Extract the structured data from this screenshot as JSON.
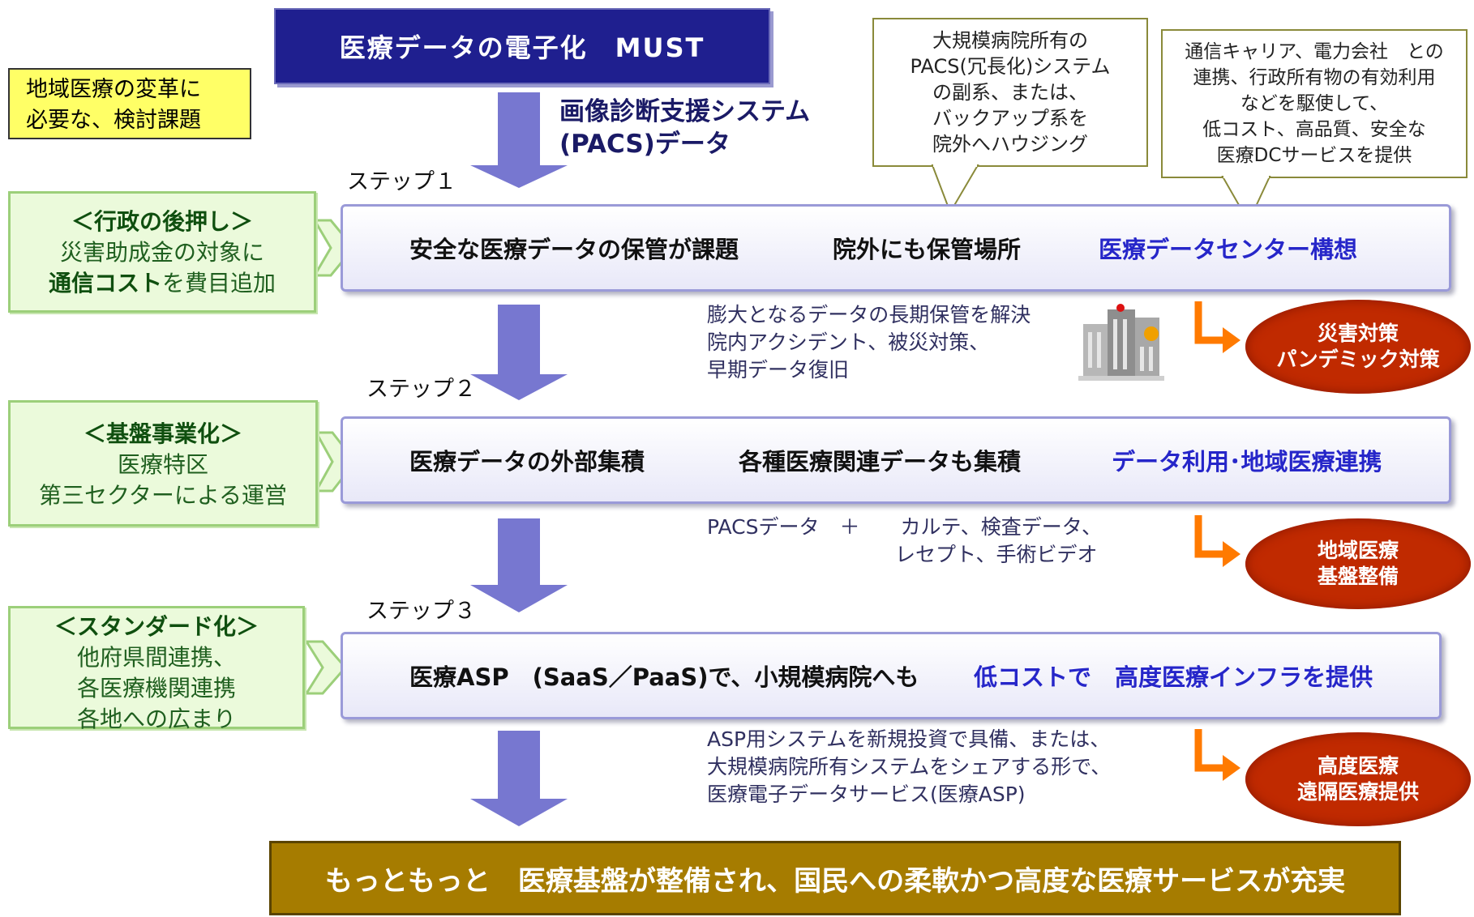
{
  "header": {
    "title": "医療データの電子化　MUST"
  },
  "note": {
    "lines": [
      "地域医療の変革に",
      "必要な、検討課題"
    ]
  },
  "pacs_label": {
    "lines": [
      "画像診断支援システム",
      "(PACS)データ"
    ]
  },
  "callouts": {
    "left": [
      "大規模病院所有の",
      "PACS(冗長化)システム",
      "の副系、または、",
      "バックアップ系を",
      "院外へハウジング"
    ],
    "right": [
      "通信キャリア、電力会社　との",
      "連携、行政所有物の有効利用",
      "などを駆使して、",
      "低コスト、高品質、安全な",
      "医療DCサービスを提供"
    ]
  },
  "steps": [
    {
      "label": "ステップ１",
      "side": {
        "title": "＜行政の後押し＞",
        "line1": "災害助成金の対象に",
        "line2_bold": "通信コスト",
        "line2_rest": "を費目追加"
      },
      "box": {
        "part1": "安全な医療データの保管が課題",
        "part2": "院外にも保管場所",
        "part3": "医療データセンター構想"
      },
      "detail": [
        "膨大となるデータの長期保管を解決",
        "院内アクシデント、被災対策、",
        "早期データ復旧"
      ],
      "outcome": [
        "災害対策",
        "パンデミック対策"
      ]
    },
    {
      "label": "ステップ２",
      "side": {
        "title": "＜基盤事業化＞",
        "line1": "医療特区",
        "line2": "第三セクターによる運営"
      },
      "box": {
        "part1": "医療データの外部集積",
        "part2": "各種医療関連データも集積",
        "part3": "データ利用･地域医療連携"
      },
      "detail": [
        "PACSデータ　＋　　カルテ、検査データ、",
        "レセプト、手術ビデオ"
      ],
      "outcome": [
        "地域医療",
        "基盤整備"
      ]
    },
    {
      "label": "ステップ３",
      "side": {
        "title": "＜スタンダード化＞",
        "line1": "他府県間連携、",
        "line2": "各医療機関連携",
        "line3": "各地への広まり"
      },
      "box": {
        "part1": "医療ASP　(SaaS／PaaS)で、小規模病院へも",
        "part2": "低コストで　高度医療インフラを提供"
      },
      "detail": [
        "ASP用システムを新規投資で具備、または、",
        "大規模病院所有システムをシェアする形で、",
        "医療電子データサービス(医療ASP)"
      ],
      "outcome": [
        "高度医療",
        "遠隔医療提供"
      ]
    }
  ],
  "conclusion": "もっともっと　医療基盤が整備され、国民への柔軟かつ高度な医療サービスが充実",
  "colors": {
    "header": "#1f1f8f",
    "accent_blue": "#2626c9",
    "outcome": "#c02a00",
    "bottom": "#a67c00",
    "green_bg": "#ebfadb",
    "connector": "#ff7a00"
  },
  "icons": {
    "building": "hospital-building-icon"
  }
}
